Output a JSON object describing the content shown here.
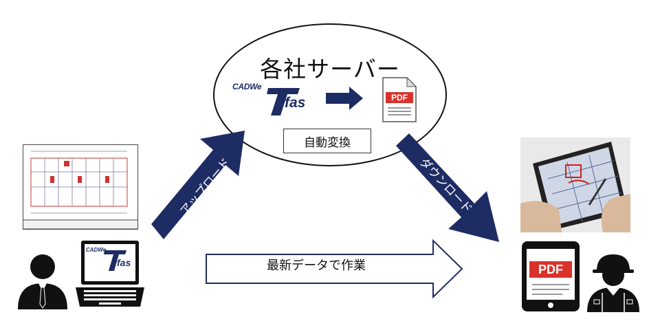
{
  "server": {
    "title": "各社サーバー",
    "auto_convert_label": "自動変換"
  },
  "logo": {
    "prefix": "CADWe",
    "suffix": "fas",
    "letter": "T"
  },
  "arrows": {
    "upload_label": "アップロード",
    "download_label": "ダウンロード",
    "work_label": "最新データで作業"
  },
  "pdf_label": "PDF",
  "colors": {
    "navy": "#1e2c64",
    "pdf_red": "#d9322a",
    "outline": "#1e2c64"
  },
  "icons": [
    "person-icon",
    "laptop-icon",
    "tablet-icon",
    "pdf-file-icon",
    "worker-helmet-icon",
    "floor-plan-image",
    "tablet-photo-image"
  ]
}
